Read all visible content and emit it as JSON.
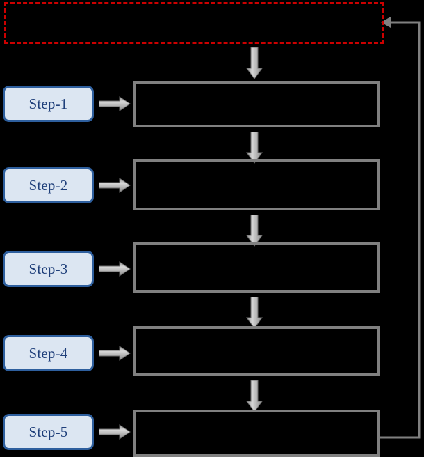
{
  "diagram": {
    "title": "Five-step iterative process flowchart with feedback loop",
    "colors": {
      "background": "#000000",
      "red_dashed_border": "#cc0000",
      "box_border_gray": "#808080",
      "pill_fill": "#dce6f2",
      "pill_border": "#2e5f9e",
      "pill_text": "#1f3f7a",
      "arrow_gray_light": "#d4d4d4",
      "arrow_gray_dark": "#7a7a7a",
      "connector_line": "#808080"
    },
    "top_box": {
      "name": "highlighted-input-box",
      "text": "",
      "border_style": "dashed",
      "border_color": "#cc0000"
    },
    "steps": [
      {
        "label": "Step-1",
        "body": ""
      },
      {
        "label": "Step-2",
        "body": ""
      },
      {
        "label": "Step-3",
        "body": ""
      },
      {
        "label": "Step-4",
        "body": ""
      },
      {
        "label": "Step-5",
        "body": ""
      }
    ],
    "connectors": {
      "step_arrow_direction": "right",
      "flow_arrow_direction": "down",
      "feedback_arrow_direction": "left",
      "feedback_label": ""
    }
  }
}
